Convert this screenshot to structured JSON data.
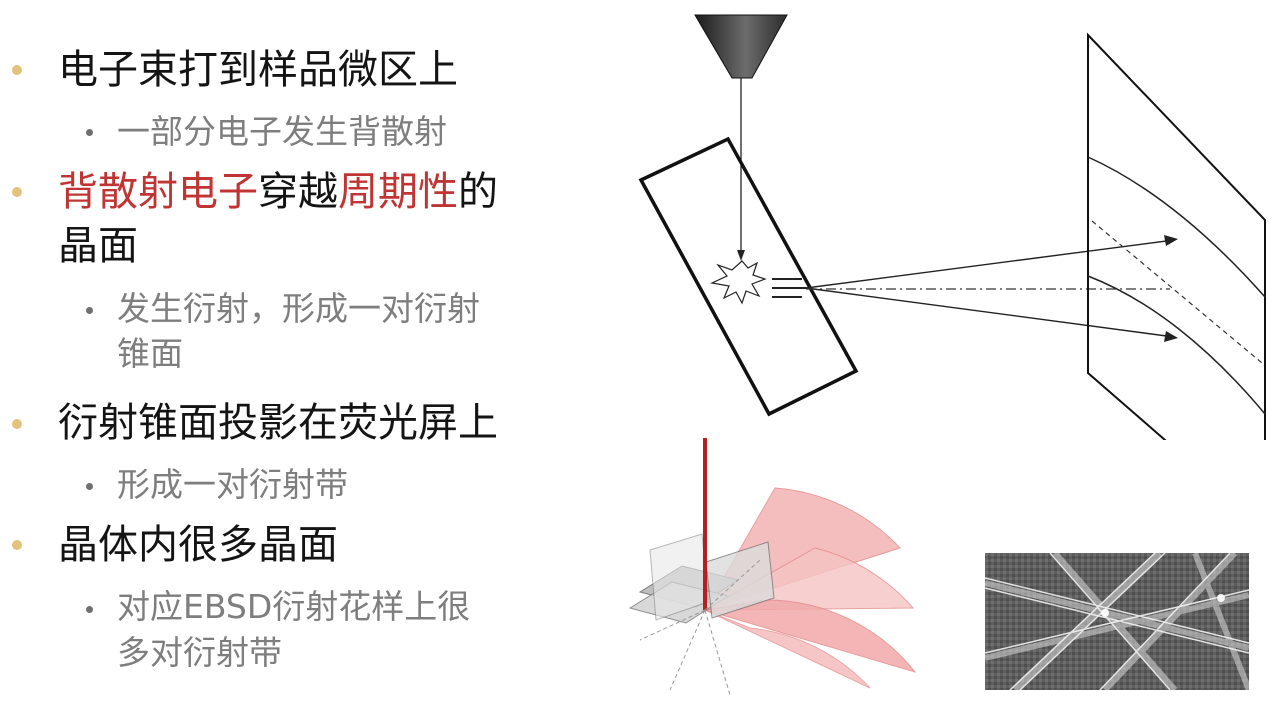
{
  "bullets": [
    {
      "text": "电子束打到样品微区上",
      "sub": {
        "text": "一部分电子发生背散射"
      }
    },
    {
      "parts": [
        {
          "text": "背散射电子",
          "color": "#c03434"
        },
        {
          "text": "穿越"
        },
        {
          "text": "周期性",
          "color": "#c03434"
        },
        {
          "text": "的"
        }
      ],
      "line2": "晶面",
      "sub": {
        "line1": "发生衍射，形成一对衍射",
        "line2": "锥面"
      }
    },
    {
      "text": "衍射锥面投影在荧光屏上",
      "sub": {
        "text": "形成一对衍射带"
      }
    },
    {
      "text": "晶体内很多晶面",
      "sub": {
        "line1": "对应EBSD衍射花样上很",
        "line2": "多对衍射带"
      }
    }
  ],
  "colors": {
    "bullet_marker": "#e2c27c",
    "highlight": "#c03434",
    "sub_text": "#7e7e7e",
    "cone_fill": "#f4b3b3",
    "beam": "#b51f1f"
  },
  "figures": [
    {
      "id": "ebsd-geometry-schematic"
    },
    {
      "id": "diffraction-cones-3d"
    },
    {
      "id": "kikuchi-pattern"
    }
  ]
}
